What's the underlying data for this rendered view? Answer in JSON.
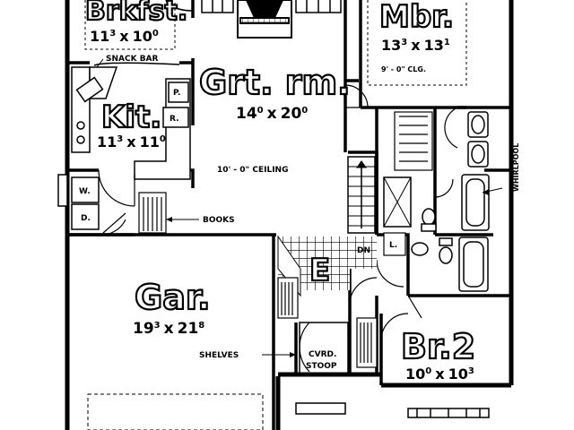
{
  "rooms": {
    "brkfst": {
      "name": "Brkfst.",
      "dim_a": "11",
      "dim_a_sup": "3",
      "dim_b": "10",
      "dim_b_sup": "0"
    },
    "kitchen": {
      "name": "Kit.",
      "dim_a": "11",
      "dim_a_sup": "3",
      "dim_b": "11",
      "dim_b_sup": "0"
    },
    "great_room": {
      "name": "Grt. rm.",
      "dim_a": "14",
      "dim_a_sup": "0",
      "dim_b": "20",
      "dim_b_sup": "0"
    },
    "master": {
      "name": "Mbr.",
      "dim_a": "13",
      "dim_a_sup": "3",
      "dim_b": "13",
      "dim_b_sup": "1"
    },
    "garage": {
      "name": "Gar.",
      "dim_a": "19",
      "dim_a_sup": "3",
      "dim_b": "21",
      "dim_b_sup": "8"
    },
    "bedroom2": {
      "name": "Br.2",
      "dim_a": "10",
      "dim_a_sup": "0",
      "dim_b": "10",
      "dim_b_sup": "3"
    },
    "entry": {
      "name": "E"
    }
  },
  "labels": {
    "snack_bar": "SNACK BAR",
    "ceiling": "10' - 0\" CEILING",
    "master_ceiling": "9' - 0\" CLG.",
    "books": "BOOKS",
    "shelves": "SHELVES",
    "covered_stoop_1": "CVRD.",
    "covered_stoop_2": "STOOP",
    "whirlpool": "WHIRLPOOL",
    "pantry": "P.",
    "refrigerator": "R.",
    "washer": "W.",
    "dryer": "D.",
    "linen": "L.",
    "down": "DN"
  },
  "dim_separator": "x"
}
